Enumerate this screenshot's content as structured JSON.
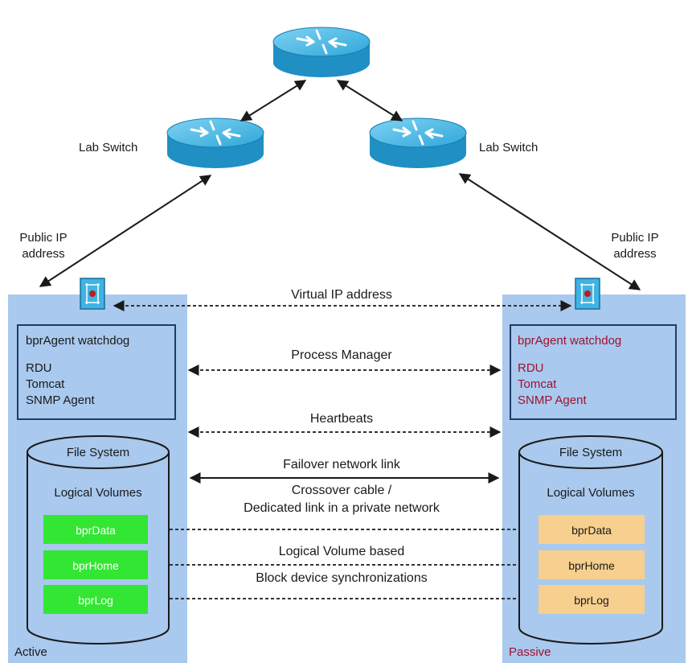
{
  "labels": {
    "lab_switch_left": "Lab Switch",
    "lab_switch_right": "Lab Switch",
    "public_ip_left": [
      "Public IP",
      "address"
    ],
    "public_ip_right": [
      "Public IP",
      "address"
    ],
    "virtual_ip": "Virtual IP address",
    "process_manager": "Process Manager",
    "heartbeats": "Heartbeats",
    "failover_link": "Failover network link",
    "crossover": [
      "Crossover cable /",
      "Dedicated link in a private network"
    ],
    "lv_sync": [
      "Logical Volume based",
      "Block device synchronizations"
    ]
  },
  "active": {
    "label": "Active",
    "services": [
      "bprAgent watchdog",
      "RDU",
      "Tomcat",
      "SNMP Agent"
    ],
    "fs_title": "File System",
    "lv_title": "Logical Volumes",
    "volumes": [
      "bprData",
      "bprHome",
      "bprLog"
    ]
  },
  "passive": {
    "label": "Passive",
    "services": [
      "bprAgent watchdog",
      "RDU",
      "Tomcat",
      "SNMP Agent"
    ],
    "fs_title": "File System",
    "lv_title": "Logical Volumes",
    "volumes": [
      "bprData",
      "bprHome",
      "bprLog"
    ]
  },
  "colors": {
    "panel": "#a9c9ee",
    "router": "#3fb3e3",
    "active_volume": "#33e633",
    "passive_volume": "#f7cf8e",
    "passive_text": "#a0122e",
    "text": "#1a1a1a"
  }
}
